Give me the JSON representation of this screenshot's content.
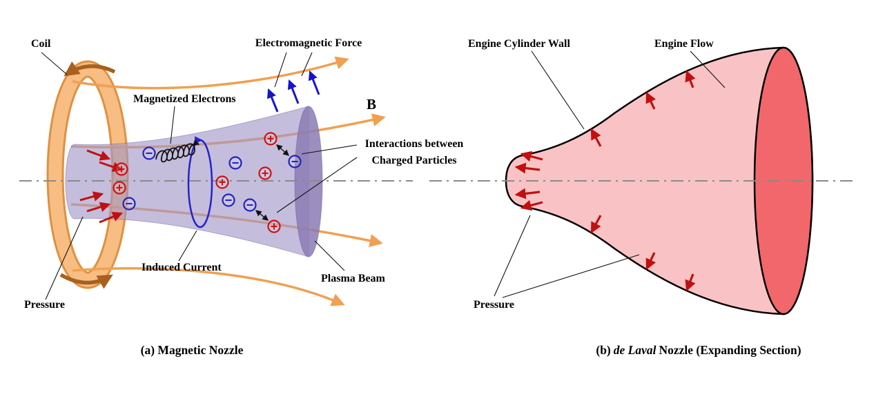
{
  "figure": {
    "background": "#ffffff",
    "description": "Comparison of a magnetic nozzle and a de Laval nozzle expanding section"
  },
  "panel_a": {
    "caption": "(a) Magnetic Nozzle",
    "labels": {
      "coil": "Coil",
      "electromagnetic_force": "Electromagnetic Force",
      "magnetized_electrons": "Magnetized Electrons",
      "b_field": "B",
      "interactions_line1": "Interactions between",
      "interactions_line2": "Charged Particles",
      "induced_current": "Induced Current",
      "plasma_beam": "Plasma Beam",
      "pressure": "Pressure"
    },
    "particles": {
      "positive_symbol": "+",
      "negative_symbol": "−",
      "positive_count": 6,
      "negative_count": 6
    }
  },
  "panel_b": {
    "caption_prefix": "(b)",
    "caption_italic": "de Laval",
    "caption_suffix": "Nozzle (Expanding Section)",
    "labels": {
      "engine_cylinder_wall": "Engine Cylinder Wall",
      "engine_flow": "Engine Flow",
      "pressure": "Pressure"
    }
  },
  "colors": {
    "coil_orange_dark": "#E09040",
    "coil_orange_light": "#F7BD83",
    "field_line_orange": "#F0A050",
    "coil_current_brown": "#A8601C",
    "plasma_body_purple": "#A294C7",
    "plasma_end_purple": "#8B7BB4",
    "nozzle_pink": "#F9C3C5",
    "nozzle_opening_red": "#F2676B",
    "pressure_arrow_red": "#C01010",
    "em_force_blue": "#1414CC",
    "induced_current_blue": "#2222CC",
    "positive_particle_red": "#CC1111",
    "negative_particle_blue": "#2222BB",
    "centerline_gray": "#8A8A8A"
  }
}
